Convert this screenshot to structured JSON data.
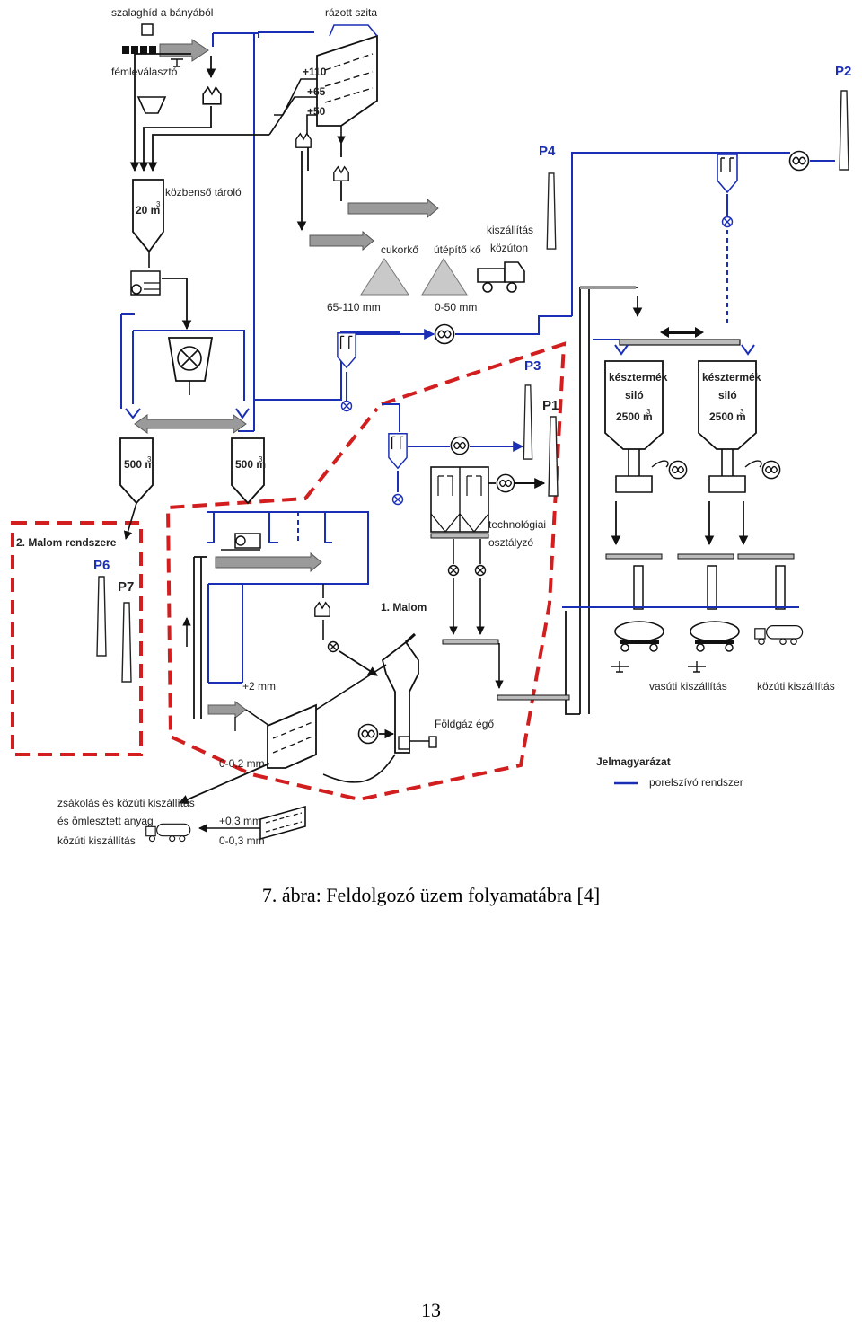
{
  "labels": {
    "szalaghid": "szalaghíd a bányából",
    "fem": "fémleválasztó",
    "razott": "rázott szita",
    "s110": "+110",
    "s65": "+65",
    "s50": "+50",
    "kozbenso": "közbenső tároló",
    "t20": "20 m",
    "t20sup": "3",
    "cukorko": "cukorkő",
    "utepito": "útépítő kő",
    "kisz1": "kiszállítás",
    "kisz2": "közúton",
    "mm65110": "65-110 mm",
    "mm050": "0-50 mm",
    "s500a": "500 m",
    "s500b": "500 m",
    "sup3": "3",
    "malom2": "2. Malom rendszere",
    "p1": "P1",
    "p2": "P2",
    "p3": "P3",
    "p4": "P4",
    "p6": "P6",
    "p7": "P7",
    "kt1a": "késztermék",
    "kt1b": "siló",
    "kt1c": "2500 m",
    "kt2a": "késztermék",
    "kt2b": "siló",
    "kt2c": "2500 m",
    "techn1": "technológiai",
    "techn2": "osztályzó",
    "malom1": "1. Malom",
    "mm2": "+2 mm",
    "foldgaz": "Földgáz égő",
    "vasuti": "vasúti kiszállítás",
    "kozuti": "közúti kiszállítás",
    "mm002": "0-0,2 mm",
    "jelm": "Jelmagyarázat",
    "porel": "porelszívó rendszer",
    "zsak1": "zsákolás és közúti kiszállítás",
    "zsak2": "és ömlesztett anyag",
    "zsak3": "közúti kiszállítás",
    "mm03p": "+0,3 mm",
    "mm003": "0-0,3 mm"
  },
  "colors": {
    "dust_system": "#1a2fb5",
    "flow": "#111111",
    "boundary": "#d21e1e",
    "conveyor": "#8a8a8a"
  },
  "caption": "7. ábra: Feldolgozó üzem folyamatábra [4]",
  "page_number": "13"
}
